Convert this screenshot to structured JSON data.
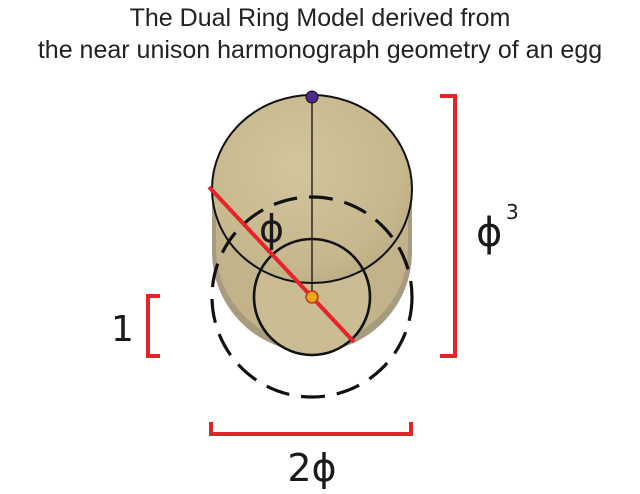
{
  "title": {
    "line1": "The Dual Ring Model derived from",
    "line2": "the near unison harmonograph geometry of an egg"
  },
  "labels": {
    "phi": "ϕ",
    "phi_cubed_base": "ϕ",
    "phi_cubed_exp": "3",
    "one": "1",
    "two_phi": "2ϕ"
  },
  "colors": {
    "egg_fill": "#c8b98e",
    "egg_shadow": "#9a8f78",
    "outline": "#111111",
    "bracket_red": "#e0262a",
    "diagonal_red": "#e8232a",
    "top_dot": "#4a2a8a",
    "center_dot": "#f2a516",
    "background": "#ffffff"
  }
}
